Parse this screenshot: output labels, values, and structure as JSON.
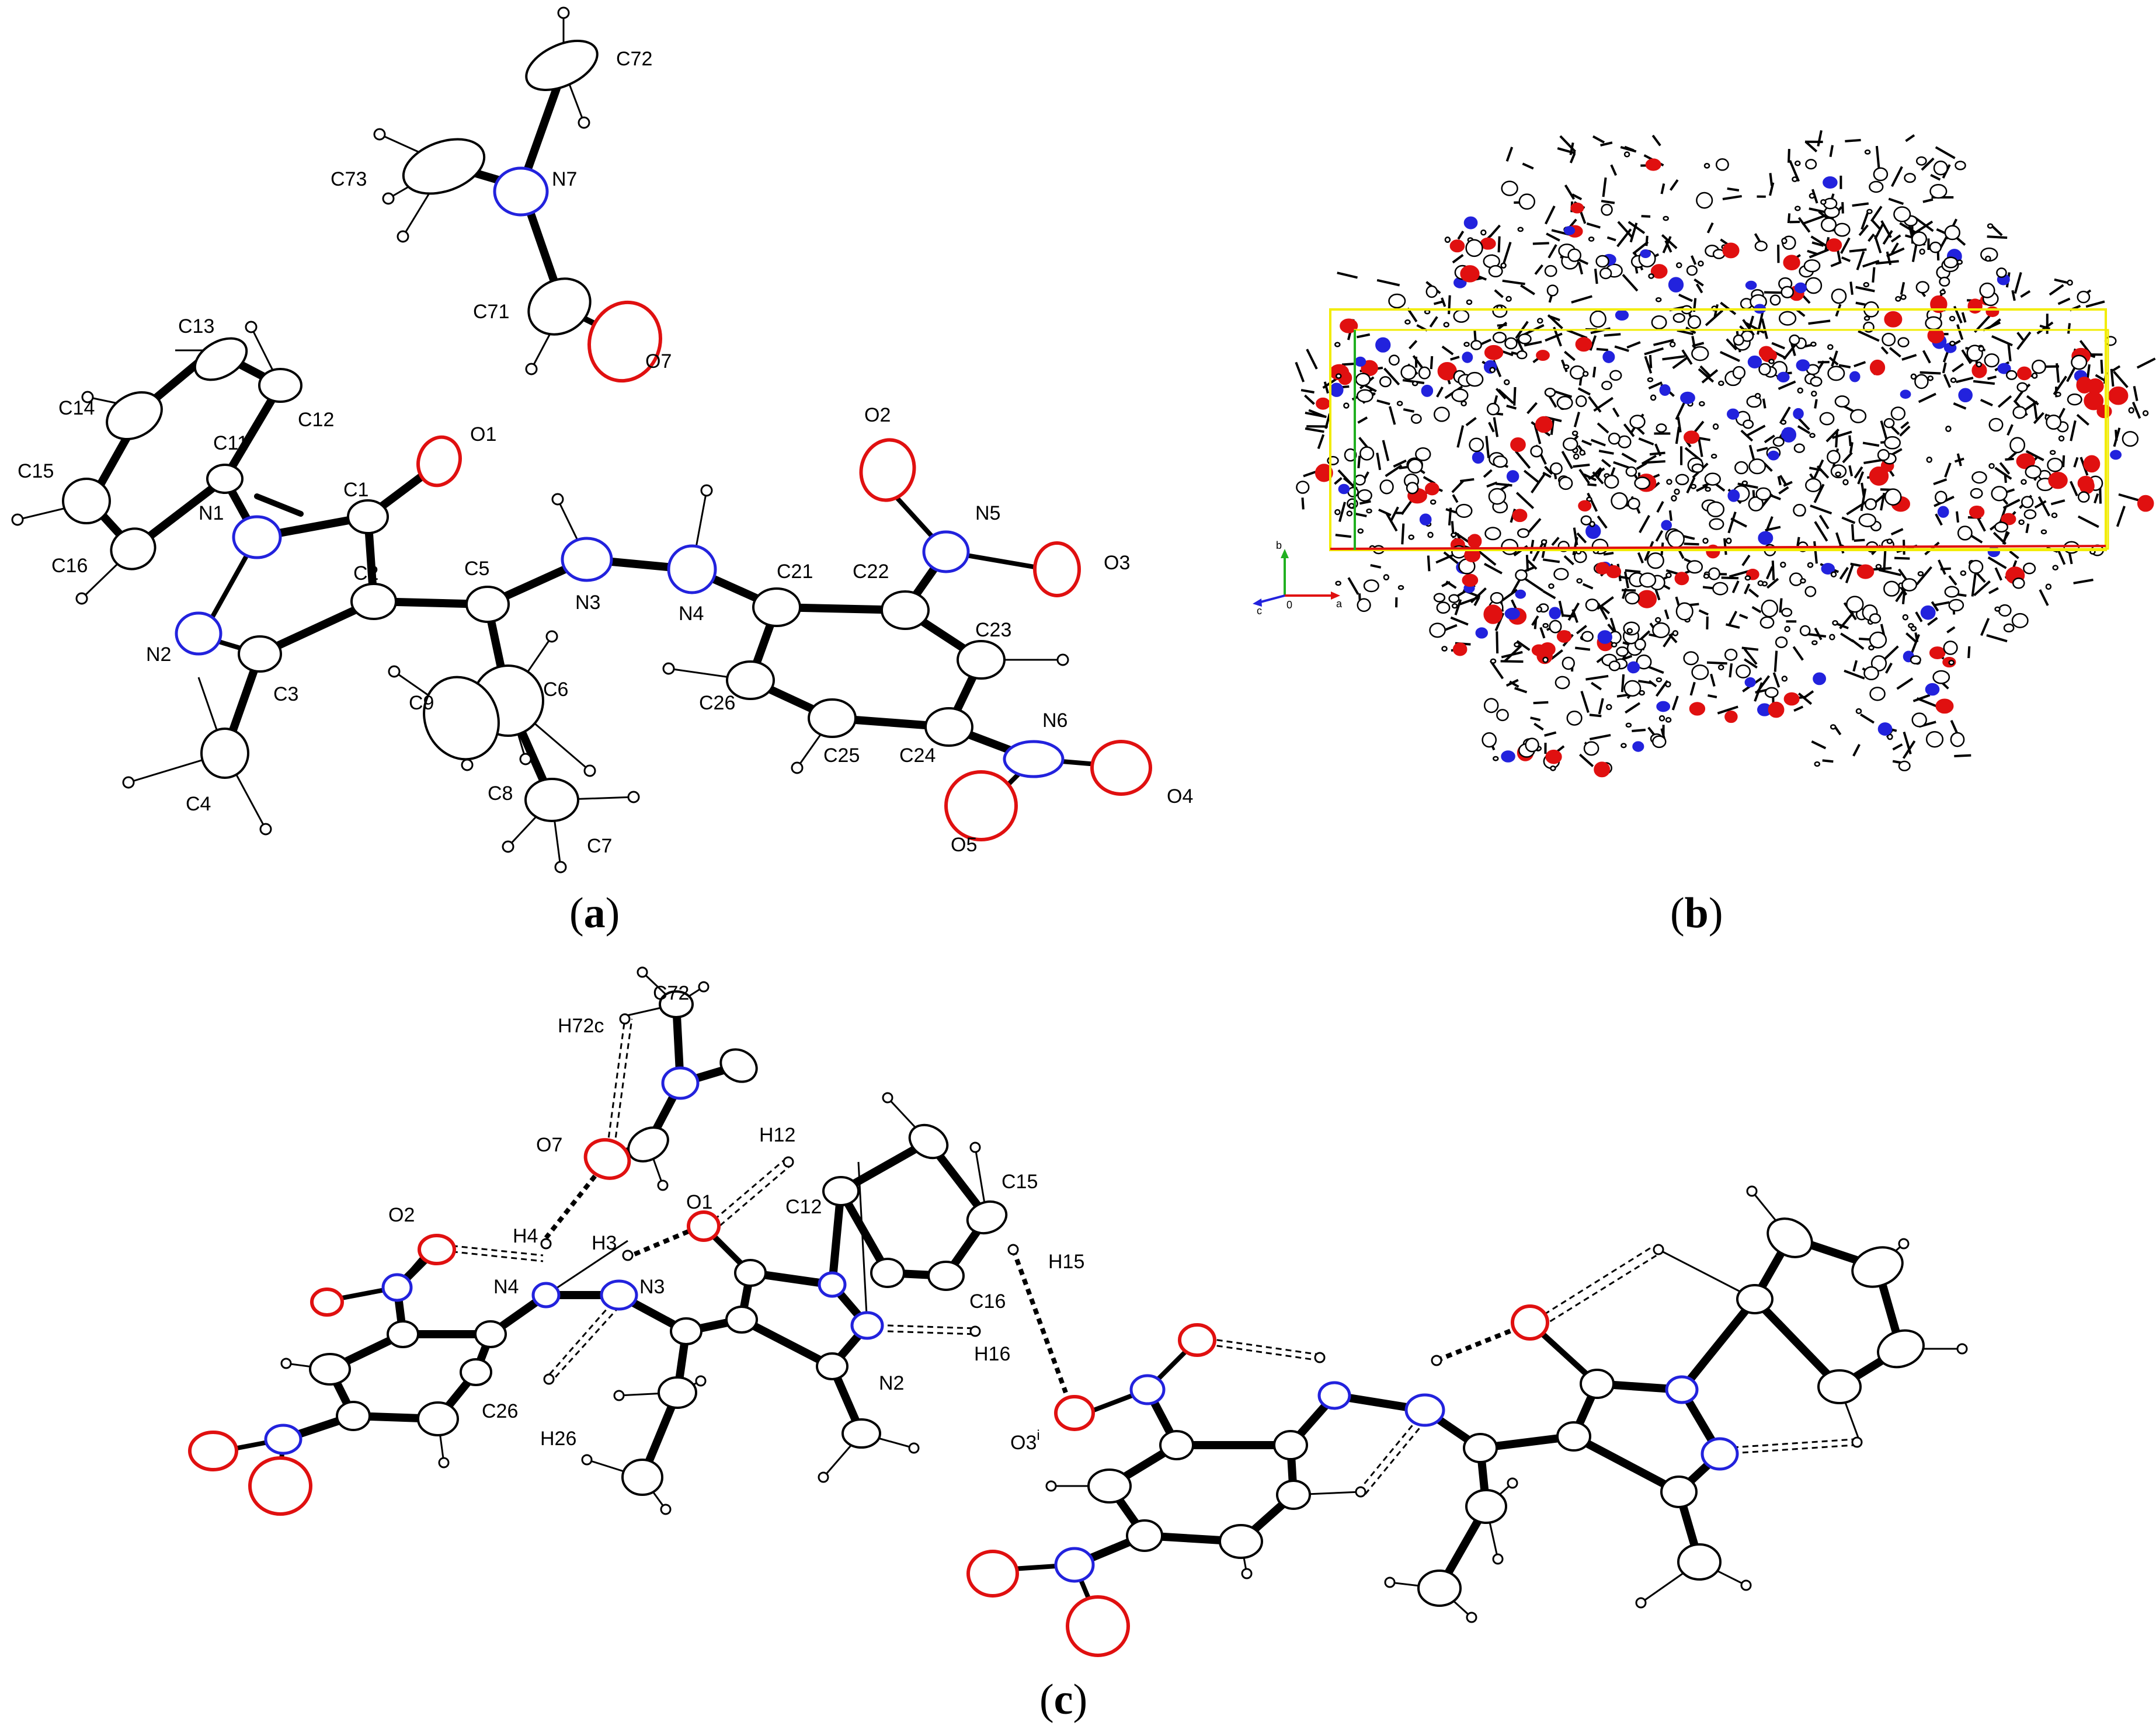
{
  "panels": {
    "a": {
      "caption": "a",
      "labels": [
        "C72",
        "C73",
        "N7",
        "C71",
        "O7",
        "C13",
        "C12",
        "C14",
        "C11",
        "O1",
        "C15",
        "N1",
        "C1",
        "C16",
        "C2",
        "C5",
        "N3",
        "N4",
        "C21",
        "C22",
        "O2",
        "N5",
        "O3",
        "N2",
        "C3",
        "C6",
        "C23",
        "C26",
        "C9",
        "C8",
        "C25",
        "C24",
        "N6",
        "C4",
        "C7",
        "O5",
        "O4"
      ]
    },
    "b": {
      "caption": "b",
      "axes": {
        "a": "a",
        "b": "b",
        "c": "c",
        "origin": "0"
      }
    },
    "c": {
      "caption": "c",
      "labels": [
        "C72",
        "H72c",
        "O7",
        "H12",
        "O1",
        "O2",
        "H4",
        "H3",
        "C12",
        "C15",
        "H15",
        "N4",
        "N3",
        "C16",
        "H16",
        "N2",
        "C26",
        "H26"
      ],
      "sym_label": {
        "base": "O3",
        "sup": "i"
      }
    }
  },
  "colors": {
    "carbon": "#000000",
    "nitrogen": "#2222dd",
    "oxygen": "#e01010",
    "cell": "#f2ec00",
    "axis_a": "#e01010",
    "axis_b": "#20b020",
    "axis_c": "#2222dd"
  }
}
